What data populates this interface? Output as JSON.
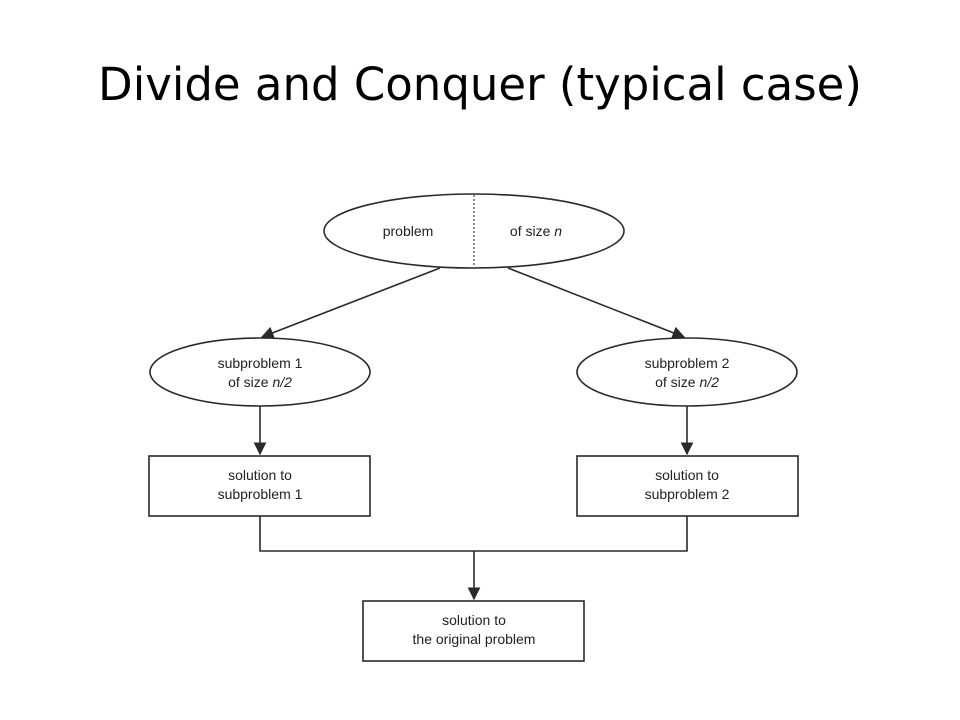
{
  "title": "Divide and Conquer (typical case)",
  "problem": {
    "left": "problem",
    "right_prefix": "of size ",
    "right_var": "n"
  },
  "subproblem_1": {
    "line1": "subproblem 1",
    "line2_prefix": "of size ",
    "line2_var": "n/2"
  },
  "subproblem_2": {
    "line1": "subproblem 2",
    "line2_prefix": "of size ",
    "line2_var": "n/2"
  },
  "solution_1": {
    "line1": "solution to",
    "line2": "subproblem 1"
  },
  "solution_2": {
    "line1": "solution to",
    "line2": "subproblem 2"
  },
  "solution_original": {
    "line1": "solution to",
    "line2": "the original problem"
  }
}
